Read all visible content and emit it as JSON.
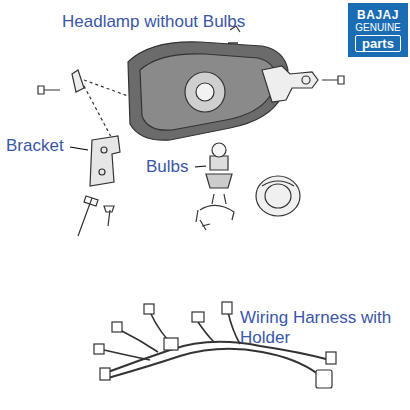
{
  "diagram": {
    "nodes": [
      {
        "text": [
          "BAJAJ",
          "GENUINE",
          "parts"
        ]
      }
    ],
    "edges": [],
    "labels": [
      "Headlamp without Bulbs",
      "Bracket",
      "Bulbs",
      "Wiring Harness with Holder"
    ]
  }
}
